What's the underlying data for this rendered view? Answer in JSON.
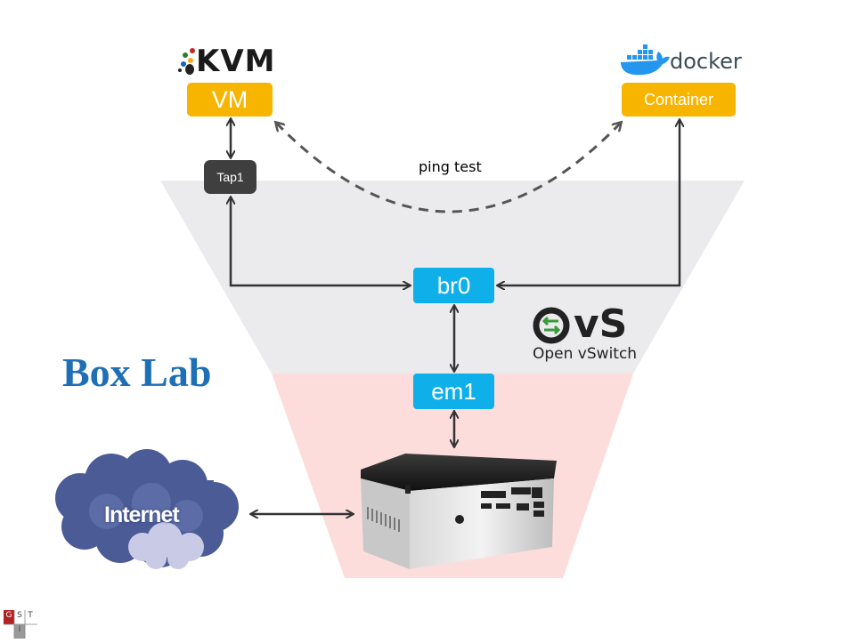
{
  "title": "Box Lab",
  "logos": {
    "kvm": "KVM",
    "docker": "docker",
    "ovs_mark": "vS",
    "ovs_sub": "Open vSwitch",
    "gist": [
      "G",
      "I",
      "S",
      "T"
    ]
  },
  "nodes": {
    "vm": "VM",
    "container": "Container",
    "tap1": "Tap1",
    "br0": "br0",
    "em1": "em1"
  },
  "labels": {
    "ping_test": "ping test",
    "internet": "Internet"
  },
  "colors": {
    "node_orange": "#f7b500",
    "node_blue": "#0fb0ea",
    "node_dark": "#3f3f3f",
    "funnel_gray": "#ebebed",
    "funnel_pink": "#fddcdc",
    "title_blue": "#1f6fb6",
    "cloud": "#4a5b96"
  },
  "icons": [
    "kvm-logo-icon",
    "docker-whale-icon",
    "ovs-logo-icon",
    "internet-cloud-icon",
    "mini-pc-icon",
    "gist-logo-icon"
  ]
}
